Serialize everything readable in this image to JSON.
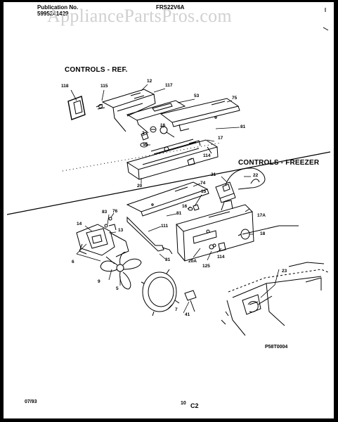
{
  "header": {
    "publication_label": "Publication No.",
    "publication_number": "5995241429",
    "model": "FRS22V6A"
  },
  "watermark": "AppliancePartsPros.com",
  "sections": {
    "refrigerator": "CONTROLS - REF.",
    "freezer": "CONTROLS - FREEZER"
  },
  "callouts": {
    "c118": "118",
    "c115": "115",
    "c12": "12",
    "c117": "117",
    "c53": "53",
    "c75": "75",
    "c16a": "16",
    "c2": "2",
    "c15a": "15",
    "c81a": "81",
    "c17": "17",
    "c114a": "114",
    "c20": "20",
    "c21": "21",
    "c22": "22",
    "c74": "74",
    "c15b": "15",
    "c16b": "16",
    "c81b": "81",
    "c83": "83",
    "c76": "76",
    "c14": "14",
    "c13": "13",
    "c111": "111",
    "c17A": "17A",
    "c18": "18",
    "c6": "6",
    "c81c": "81",
    "c20A": "20A",
    "c125": "125",
    "c114b": "114",
    "c9": "9",
    "c5": "5",
    "c7": "7",
    "c41": "41",
    "c23": "23"
  },
  "drawing_code": "P58T0004",
  "footer": {
    "date": "07/93",
    "page": "10",
    "section_code": "C2"
  }
}
